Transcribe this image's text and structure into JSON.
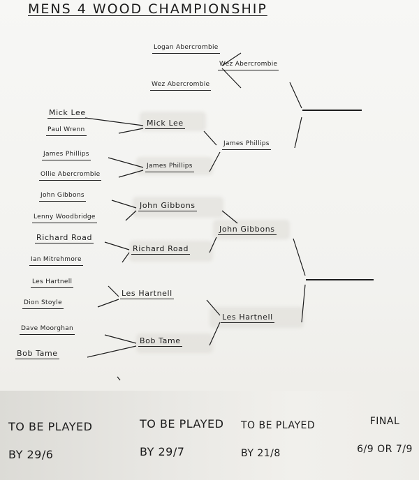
{
  "title": "MENS 4 WOOD CHAMPIONSHIP",
  "bracket": {
    "round1": [
      "Logan Abercrombie",
      "Wez Abercrombie",
      "Mick Lee",
      "Paul Wrenn",
      "James Phillips",
      "Ollie Abercrombie",
      "John Gibbons",
      "Lenny Woodbridge",
      "Richard Road",
      "Ian Mitrehmore",
      "Les Hartnell",
      "Dion Stoyle",
      "Dave Moorghan",
      "Bob Tame"
    ],
    "round2": [
      "Wez Abercrombie",
      "Mick Lee",
      "James Phillips",
      "John Gibbons",
      "Richard Road",
      "Les Hartnell",
      "Bob Tame"
    ],
    "semifinal": [
      "James Phillips",
      "John Gibbons",
      "Les Hartnell"
    ]
  },
  "footer": [
    {
      "line1": "TO BE PLAYED",
      "line2": "BY 29/6"
    },
    {
      "line1": "TO BE PLAYED",
      "line2": "BY 29/7"
    },
    {
      "line1": "TO BE PLAYED",
      "line2": "BY 21/8"
    },
    {
      "line1": "FINAL",
      "line2": "6/9 OR 7/9"
    }
  ]
}
